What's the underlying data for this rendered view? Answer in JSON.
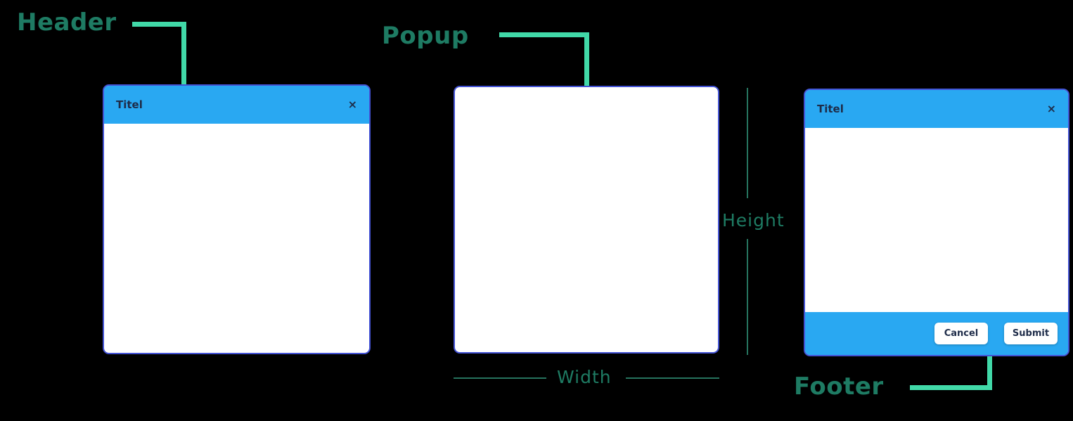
{
  "colors": {
    "background": "#000000",
    "connector_teal": "#41d9a8",
    "label_green": "#1e7b63",
    "dimension_line_green": "#26735e",
    "header_blue": "#29a8f2",
    "popup_border_blue": "#4352d4",
    "title_navy": "#1e2c49",
    "popup_background": "#ffffff"
  },
  "annotations": {
    "header_label": "Header",
    "popup_label": "Popup",
    "footer_label": "Footer",
    "width_label": "Width",
    "height_label": "Height"
  },
  "popups": {
    "left": {
      "title": "Titel",
      "close_glyph": "×"
    },
    "middle": {},
    "right": {
      "title": "Titel",
      "close_glyph": "×",
      "footer": {
        "buttons": [
          {
            "label": "Cancel"
          },
          {
            "label": "Submit"
          }
        ]
      }
    }
  }
}
